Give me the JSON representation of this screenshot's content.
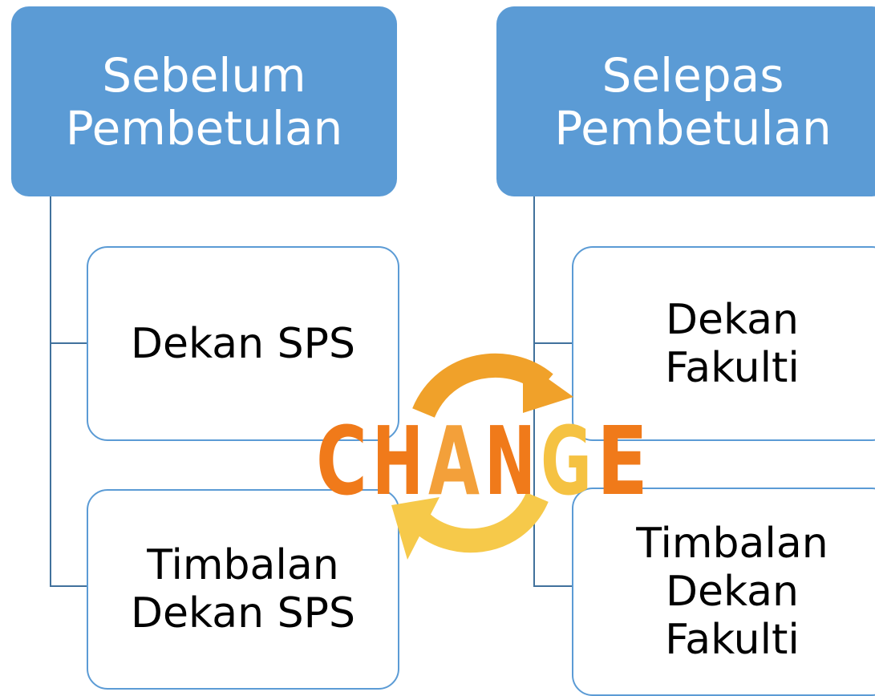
{
  "left": {
    "header": "Sebelum\nPembetulan",
    "items": [
      "Dekan SPS",
      "Timbalan\nDekan SPS"
    ]
  },
  "right": {
    "header": "Selepas\nPembetulan",
    "items": [
      "Dekan\nFakulti",
      "Timbalan\nDekan\nFakulti"
    ]
  },
  "change_graphic": {
    "letters": [
      "C",
      "H",
      "A",
      "N",
      "G",
      "E"
    ],
    "letter_colors": [
      "#f07a1a",
      "#f07a1a",
      "#f3a03a",
      "#f07a1a",
      "#f5c242",
      "#f07a1a"
    ],
    "arrow_top_color": "#f0a12a",
    "arrow_bottom_color": "#f6c94a"
  },
  "colors": {
    "header_fill": "#5b9bd5",
    "connector": "#41719c",
    "box_border": "#5b9bd5"
  }
}
